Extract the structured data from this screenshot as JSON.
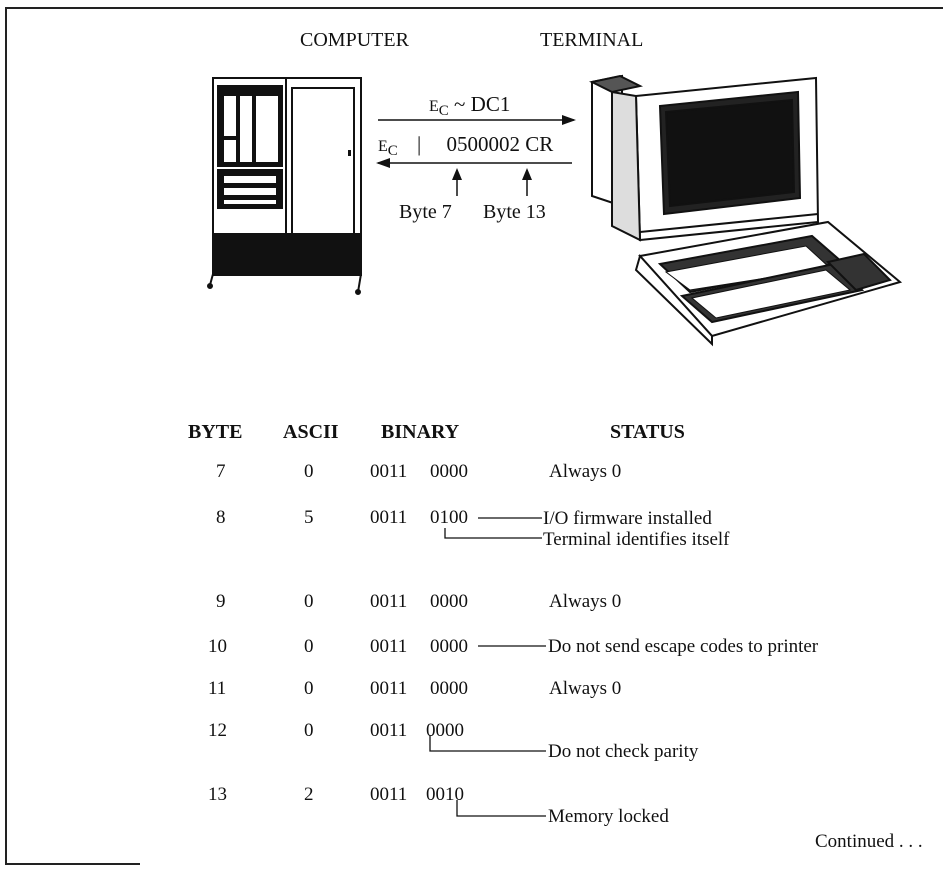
{
  "labels": {
    "computer": "COMPUTER",
    "terminal": "TERMINAL"
  },
  "messages": {
    "request_ec": "E",
    "request_ec_sub": "C",
    "request_text": "~ DC1",
    "reply_ec": "E",
    "reply_ec_sub": "C",
    "reply_bar": "|",
    "reply_text": "0500002 CR",
    "byte7_label": "Byte 7",
    "byte13_label": "Byte 13"
  },
  "table": {
    "headers": [
      "BYTE",
      "ASCII",
      "BINARY",
      "STATUS"
    ],
    "rows": [
      {
        "byte": "7",
        "ascii": "0",
        "bin_hi": "0011",
        "bin_lo": "0000",
        "status": [
          "Always 0"
        ]
      },
      {
        "byte": "8",
        "ascii": "5",
        "bin_hi": "0011",
        "bin_lo": "0100",
        "status": [
          "I/O firmware installed",
          "Terminal identifies itself"
        ]
      },
      {
        "byte": "9",
        "ascii": "0",
        "bin_hi": "0011",
        "bin_lo": "0000",
        "status": [
          "Always 0"
        ]
      },
      {
        "byte": "10",
        "ascii": "0",
        "bin_hi": "0011",
        "bin_lo": "0000",
        "status": [
          "Do not send escape codes to printer"
        ]
      },
      {
        "byte": "11",
        "ascii": "0",
        "bin_hi": "0011",
        "bin_lo": "0000",
        "status": [
          "Always 0"
        ]
      },
      {
        "byte": "12",
        "ascii": "0",
        "bin_hi": "0011",
        "bin_lo": "0000",
        "status": [
          "Do not check parity"
        ]
      },
      {
        "byte": "13",
        "ascii": "2",
        "bin_hi": "0011",
        "bin_lo": "0010",
        "status": [
          "Memory locked"
        ]
      }
    ]
  },
  "footer": {
    "continued": "Continued . . ."
  }
}
